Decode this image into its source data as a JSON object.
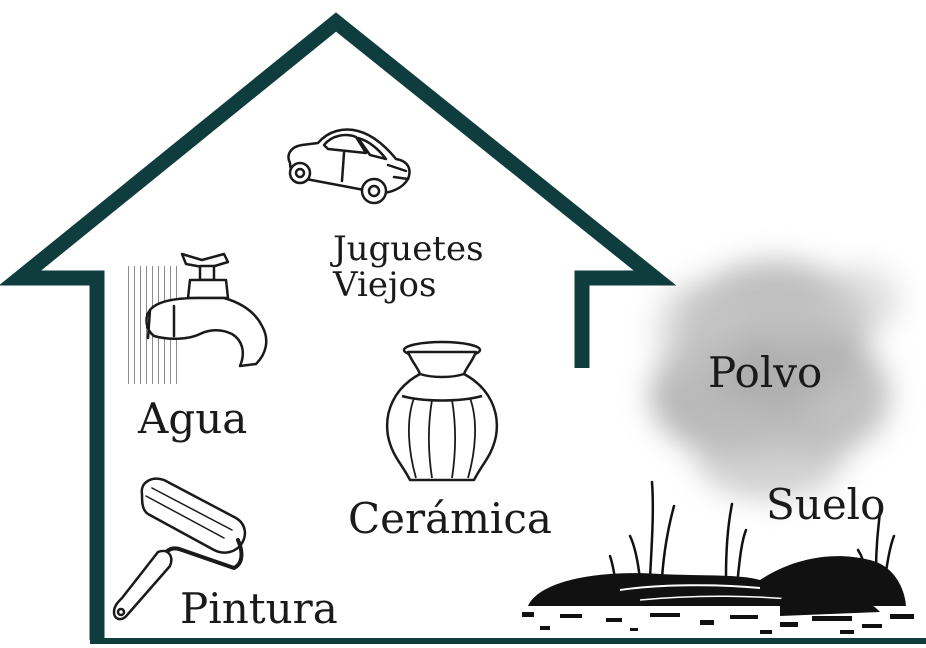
{
  "diagram": {
    "colors": {
      "house_outline": "#0f3d3e",
      "icon_stroke": "#1a1a1a",
      "dust_cloud": "#9a9a9a",
      "soil_fill": "#111111"
    },
    "icons": [
      "toy-car-icon",
      "faucet-icon",
      "ceramic-vase-icon",
      "paint-roller-icon",
      "dust-cloud-icon",
      "soil-ground-icon"
    ],
    "labels": {
      "toys_line1": "Juguetes",
      "toys_line2": "Viejos",
      "water": "Agua",
      "ceramic": "Cerámica",
      "paint": "Pintura",
      "dust": "Polvo",
      "soil": "Suelo"
    }
  }
}
